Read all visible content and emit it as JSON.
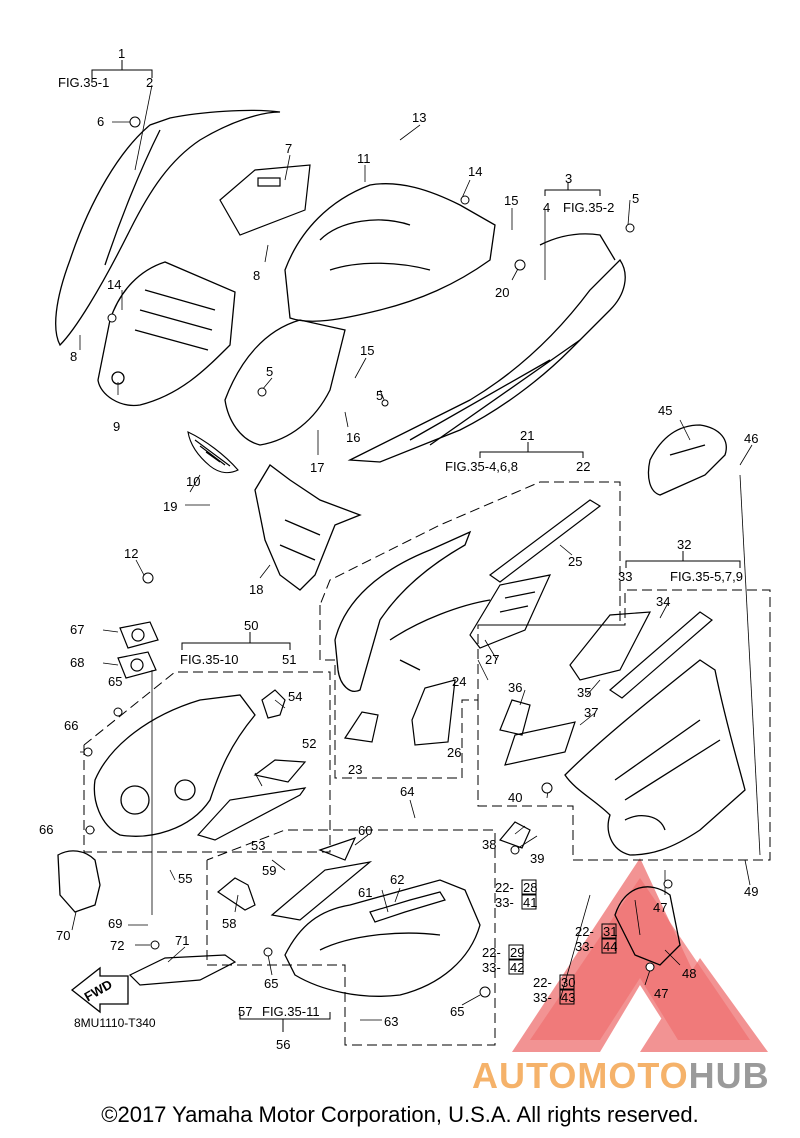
{
  "diagram": {
    "code": "8MU1110-T340",
    "fwd_label": "FWD",
    "copyright": "©2017 Yamaha Motor Corporation, U.S.A. All rights reserved.",
    "watermark": {
      "part1": "AUTOMOTO",
      "part2": "HUB"
    },
    "fig_refs": {
      "f1": "FIG.35-1",
      "f3": "FIG.35-2",
      "f21": "FIG.35-4,6,8",
      "f32": "FIG.35-5,7,9",
      "f50": "FIG.35-10",
      "f56": "FIG.35-11"
    },
    "labels": {
      "n1": "1",
      "n2": "2",
      "n3": "3",
      "n4": "4",
      "n5a": "5",
      "n5b": "5",
      "n5c": "5",
      "n6": "6",
      "n7": "7",
      "n8a": "8",
      "n8b": "8",
      "n9": "9",
      "n10": "10",
      "n11": "11",
      "n12": "12",
      "n13": "13",
      "n14a": "14",
      "n14b": "14",
      "n15a": "15",
      "n15b": "15",
      "n16": "16",
      "n17": "17",
      "n18": "18",
      "n19": "19",
      "n20": "20",
      "n21": "21",
      "n22": "22",
      "n23": "23",
      "n24": "24",
      "n25": "25",
      "n26": "26",
      "n27": "27",
      "n32": "32",
      "n33": "33",
      "n34": "34",
      "n35": "35",
      "n36": "36",
      "n37": "37",
      "n38": "38",
      "n39": "39",
      "n40": "40",
      "n45": "45",
      "n46": "46",
      "n47a": "47",
      "n47b": "47",
      "n48": "48",
      "n49": "49",
      "n50": "50",
      "n51": "51",
      "n52": "52",
      "n53": "53",
      "n54": "54",
      "n55": "55",
      "n56": "56",
      "n57": "57",
      "n58": "58",
      "n59": "59",
      "n60": "60",
      "n61": "61",
      "n62": "62",
      "n63": "63",
      "n64": "64",
      "n65a": "65",
      "n65b": "65",
      "n65c": "65",
      "n66a": "66",
      "n66b": "66",
      "n67": "67",
      "n68": "68",
      "n69": "69",
      "n70": "70",
      "n71": "71",
      "n72": "72",
      "s22a": "22-",
      "s28": "28",
      "s33a": "33-",
      "s41": "41",
      "s22b": "22-",
      "s29": "29",
      "s33b": "33-",
      "s42": "42",
      "s22c": "22-",
      "s30": "30",
      "s33c": "33-",
      "s43": "43",
      "s22d": "22-",
      "s31": "31",
      "s33d": "33-",
      "s44": "44"
    }
  }
}
